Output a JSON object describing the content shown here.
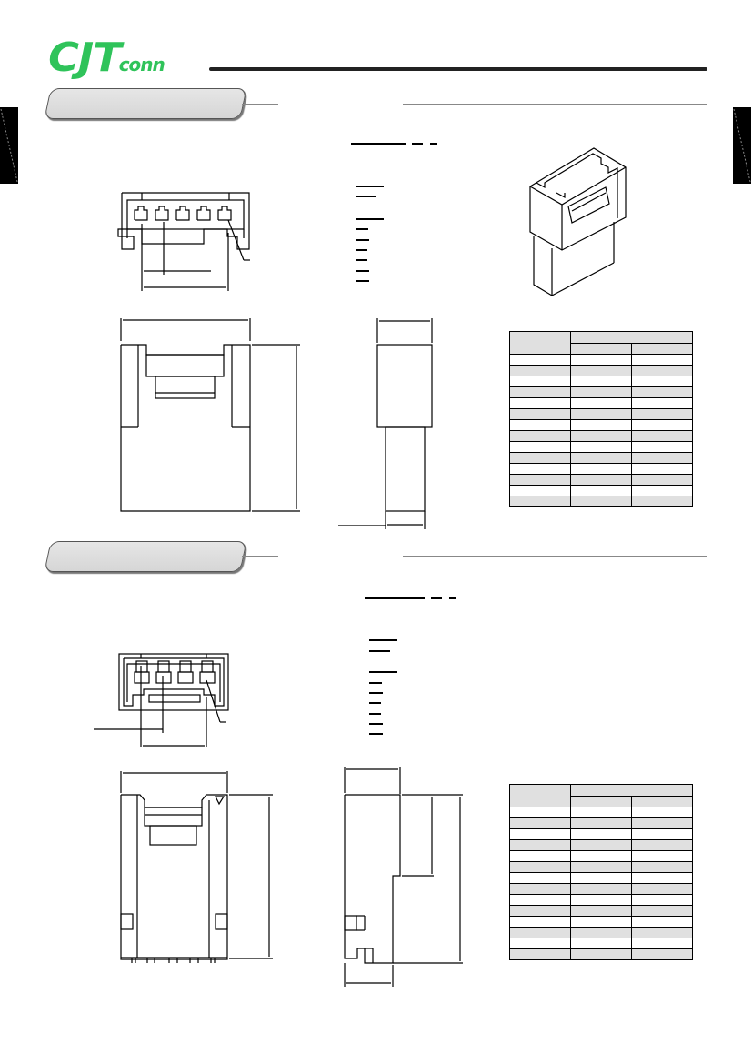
{
  "brand": {
    "logo_main": "CJT",
    "logo_sub": "conn",
    "logo_color": "#2fc35a"
  },
  "sections": [
    {
      "id": "section-1",
      "title": "",
      "part_number_marks": 3,
      "legend_marks": 9,
      "table": {
        "header_left": "",
        "header_group": "",
        "header_sub": [
          "",
          ""
        ],
        "rows": 14
      }
    },
    {
      "id": "section-2",
      "title": "",
      "part_number_marks": 3,
      "legend_marks": 9,
      "table": {
        "header_left": "",
        "header_group": "",
        "header_sub": [
          "",
          ""
        ],
        "rows": 14
      }
    }
  ],
  "colors": {
    "table_shade": "#e0e0e0",
    "pill_fill": "#dcdcdc",
    "rule": "#222222"
  }
}
